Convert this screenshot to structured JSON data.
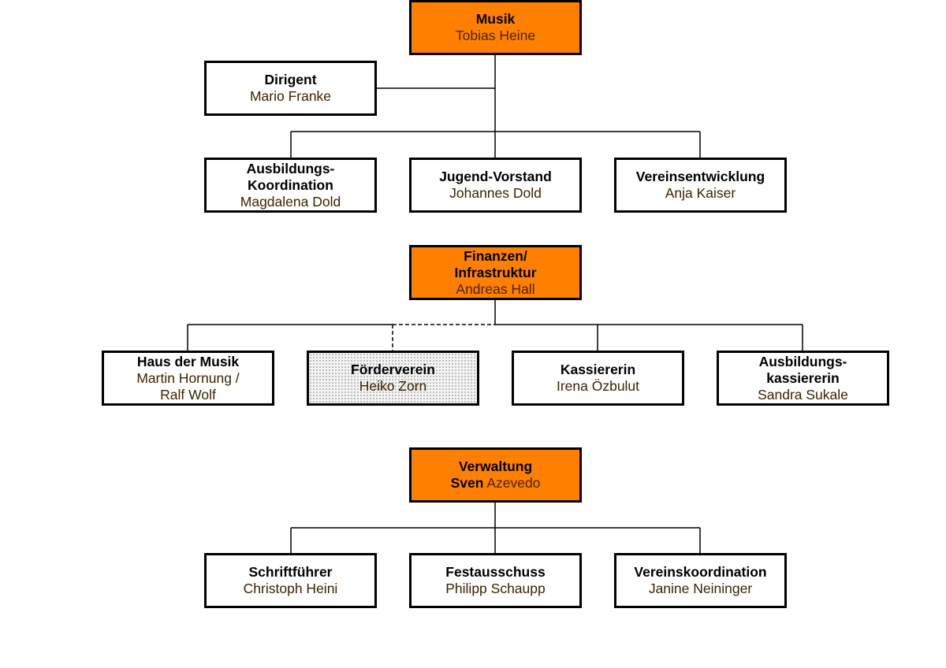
{
  "sections": {
    "musik": {
      "head": {
        "title": "Musik",
        "person": "Tobias Heine"
      },
      "side": {
        "title": "Dirigent",
        "person": "Mario Franke"
      },
      "children": [
        {
          "title": "Ausbildungs-\nKoordination",
          "person": "Magdalena Dold"
        },
        {
          "title": "Jugend-Vorstand",
          "person": "Johannes Dold"
        },
        {
          "title": "Vereinsentwicklung",
          "person": "Anja Kaiser"
        }
      ]
    },
    "finanzen": {
      "head": {
        "title": "Finanzen/\nInfrastruktur",
        "person": "Andreas Hall"
      },
      "children": [
        {
          "title": "Haus der Musik",
          "person": "Martin Hornung /\nRalf Wolf"
        },
        {
          "title": "Förderverein",
          "person": "Heiko Zorn"
        },
        {
          "title": "Kassiererin",
          "person": "Irena Özbulut"
        },
        {
          "title": "Ausbildungs-\nkassiererin",
          "person": "Sandra Sukale"
        }
      ]
    },
    "verwaltung": {
      "head": {
        "title": "Verwaltung",
        "person_first": "Sven",
        "person_last": "Azevedo"
      },
      "children": [
        {
          "title": "Schriftführer",
          "person": "Christoph Heini"
        },
        {
          "title": "Festausschuss",
          "person": "Philipp Schaupp"
        },
        {
          "title": "Vereinskoordination",
          "person": "Janine Neininger"
        }
      ]
    }
  },
  "colors": {
    "head_fill": "#ff8000",
    "border": "#000000",
    "connector": "#000000"
  }
}
